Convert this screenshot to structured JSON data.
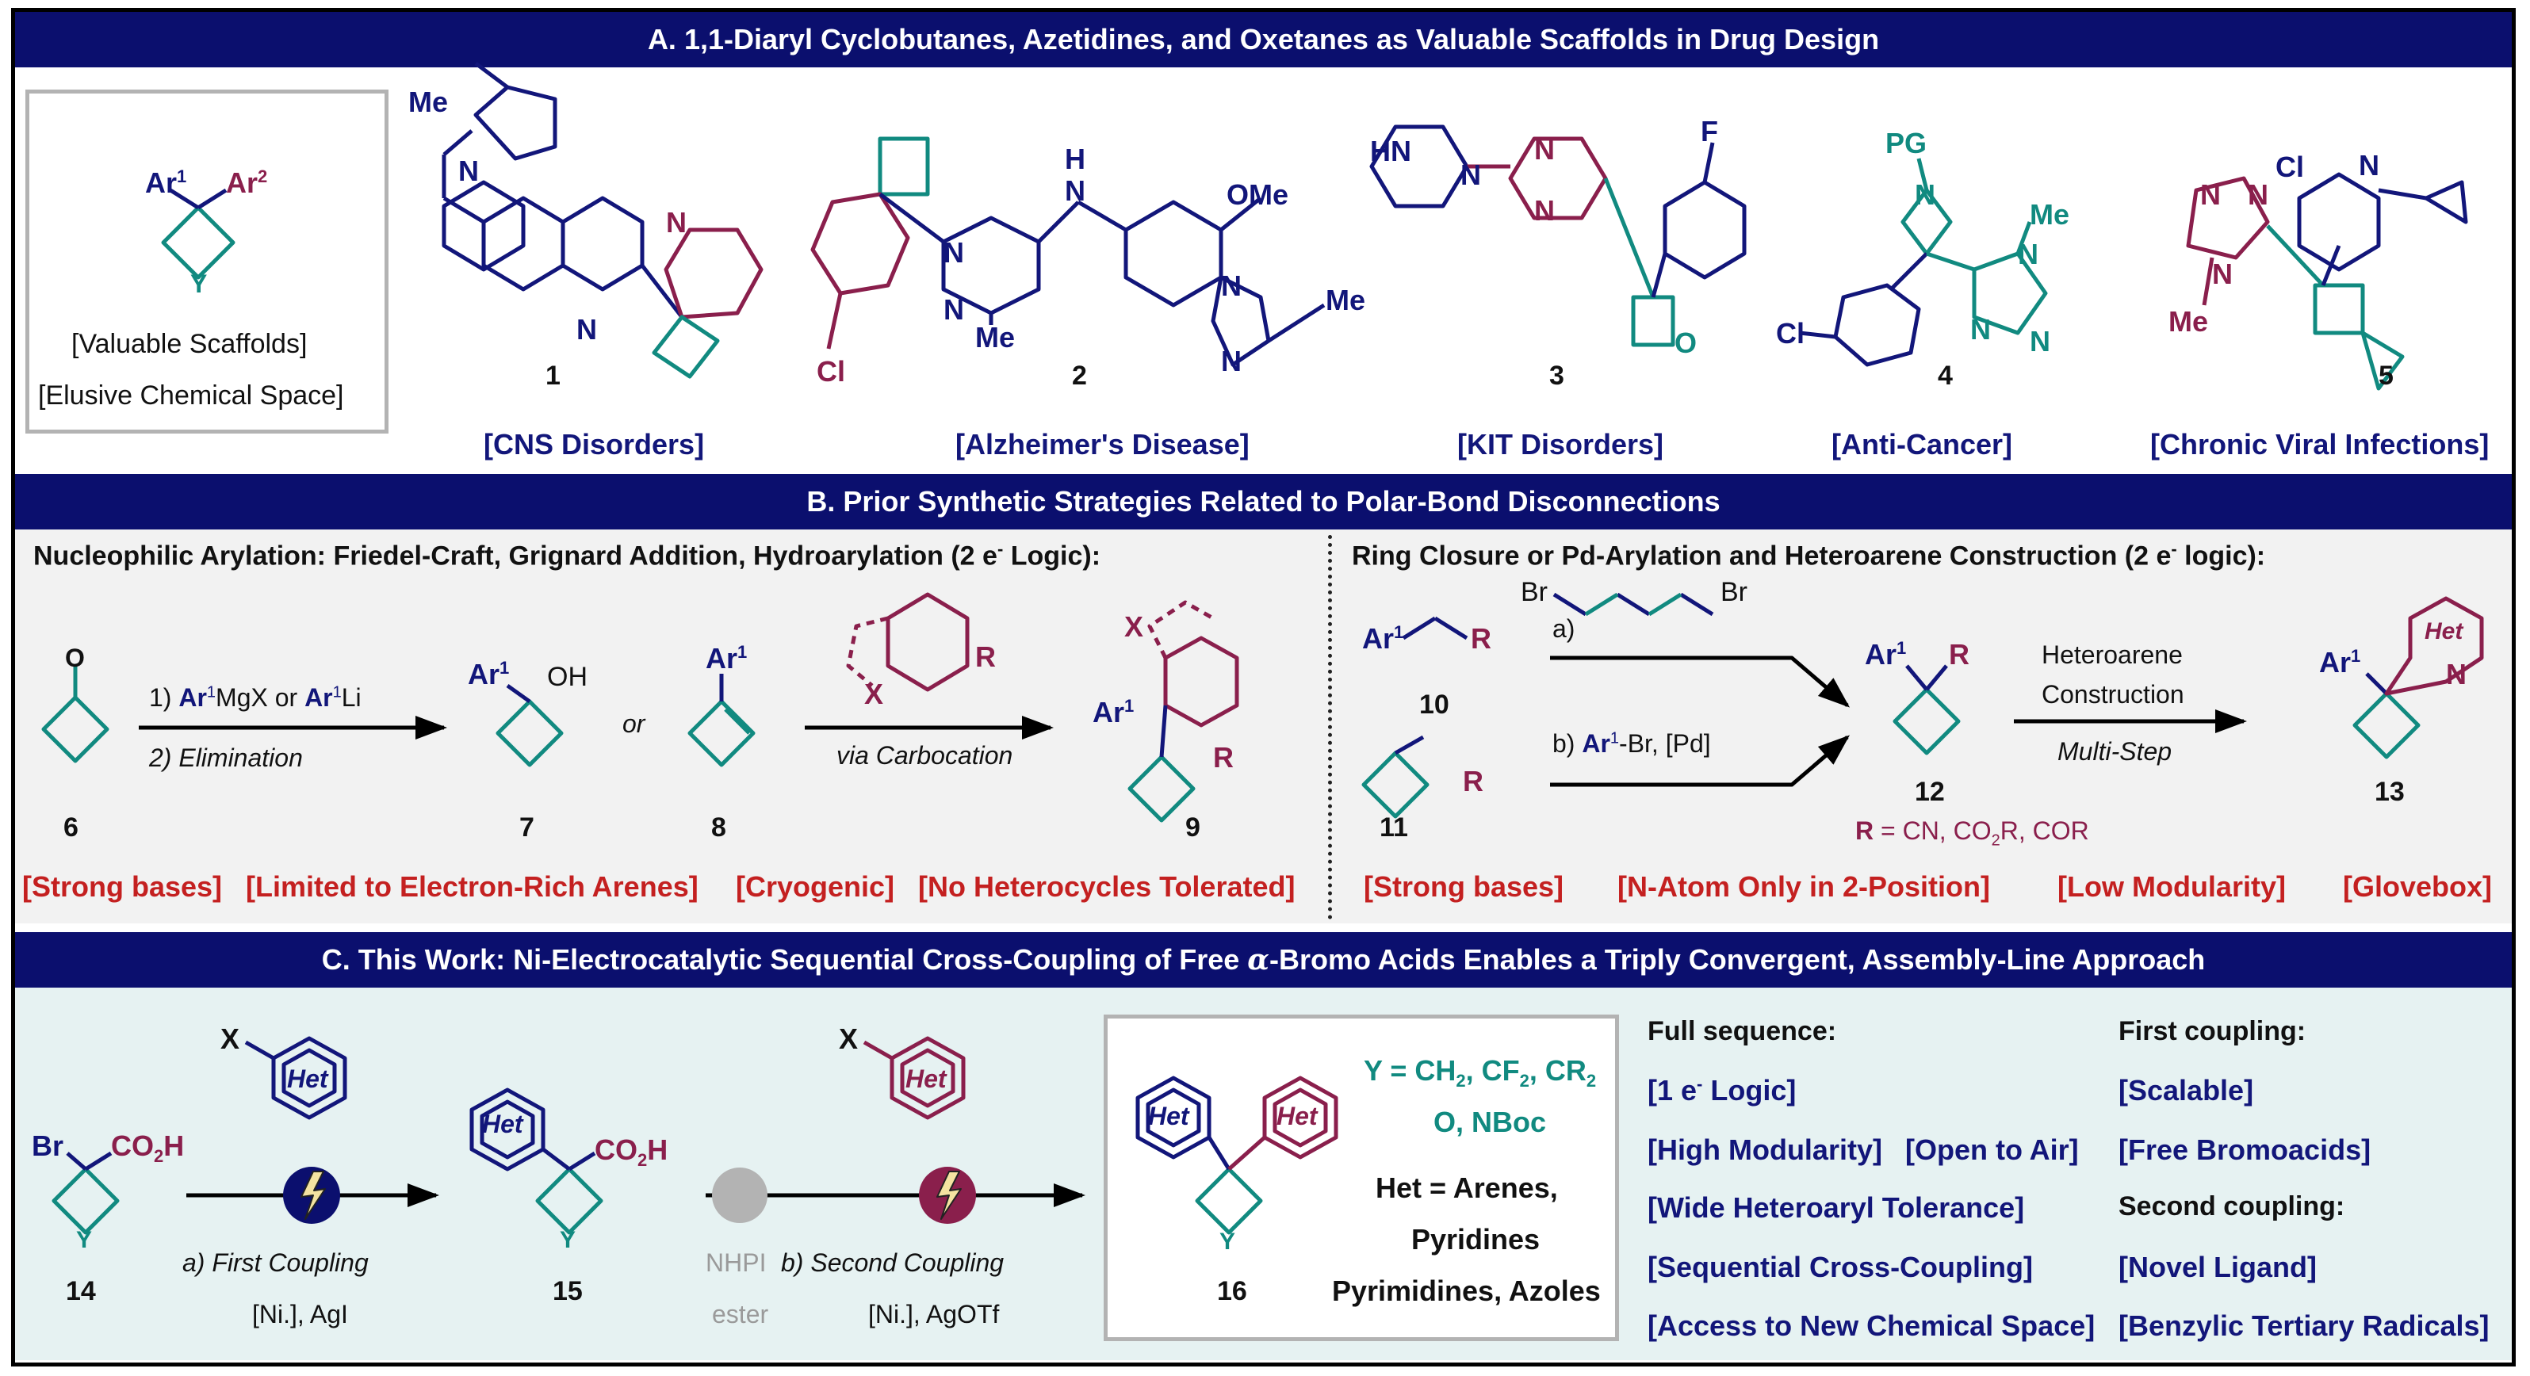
{
  "colors": {
    "banner": "#0b0f6e",
    "navy": "#12167a",
    "red": "#c42020",
    "teal": "#118a80",
    "maroon": "#8a1f4c",
    "panel_bg_b": "#f2f2f2",
    "panel_bg_c": "#e6f2f2"
  },
  "sectionA": {
    "title": "A. 1,1-Diaryl Cyclobutanes, Azetidines, and Oxetanes as Valuable Scaffolds in Drug Design",
    "scaffold": {
      "ar1": "Ar",
      "ar1_sup": "1",
      "ar2": "Ar",
      "ar2_sup": "2",
      "y": "Y",
      "caption1": "[Valuable Scaffolds]",
      "caption2": "[Elusive Chemical Space]"
    },
    "compounds": [
      {
        "num": "1",
        "label": "[CNS Disorders]",
        "atoms": {
          "me": "Me",
          "n": "N",
          "n_pyr": "N",
          "n_quin": "N"
        }
      },
      {
        "num": "2",
        "label": "[Alzheimer's Disease]",
        "atoms": {
          "h": "H",
          "n_h": "N",
          "ome": "OMe",
          "n1": "N",
          "n2": "N",
          "me": "Me",
          "me2": "Me",
          "cl": "Cl",
          "n3": "N",
          "n4": "N"
        }
      },
      {
        "num": "3",
        "label": "[KIT Disorders]",
        "atoms": {
          "hn": "HN",
          "n1": "N",
          "n2": "N",
          "n3": "N",
          "f": "F",
          "o": "O"
        }
      },
      {
        "num": "4",
        "label": "[Anti-Cancer]",
        "atoms": {
          "pg": "PG",
          "n": "N",
          "me": "Me",
          "cl": "Cl",
          "n1": "N",
          "n2": "N",
          "n3": "N"
        }
      },
      {
        "num": "5",
        "label": "[Chronic Viral Infections]",
        "atoms": {
          "cl": "Cl",
          "n": "N",
          "n1": "N",
          "n2": "N",
          "n3": "N",
          "me": "Me"
        }
      }
    ]
  },
  "sectionB": {
    "title": "B. Prior Synthetic Strategies Related to Polar-Bond Disconnections",
    "left": {
      "heading": "Nucleophilic Arylation: Friedel-Craft, Grignard Addition, Hydroarylation (2 e",
      "heading_sup": "-",
      "heading_end": " Logic):",
      "o": "O",
      "step1_prefix": "1) ",
      "step1_b1": "Ar",
      "step1_sup1": "1",
      "step1_mid": "MgX or ",
      "step1_b2": "Ar",
      "step1_sup2": "1",
      "step1_end": "Li",
      "step2": "2) Elimination",
      "ar7": "Ar",
      "ar7_sup": "1",
      "oh": "OH",
      "or": "or",
      "ar8": "Ar",
      "ar8_sup": "1",
      "x": "X",
      "r": "R",
      "via": "via Carbocation",
      "x9": "X",
      "ar9": "Ar",
      "ar9_sup": "1",
      "r9": "R",
      "nums": [
        "6",
        "7",
        "8",
        "9"
      ],
      "tags": [
        "[Strong bases]",
        "[Limited to Electron-Rich Arenes]",
        "[Cryogenic]",
        "[No Heterocycles Tolerated]"
      ]
    },
    "right": {
      "heading": "Ring Closure or Pd-Arylation and Heteroarene Construction (2 e",
      "heading_sup": "-",
      "heading_end": " logic):",
      "ar10": "Ar",
      "ar10_sup": "1",
      "r10": "R",
      "br1": "Br",
      "br2": "Br",
      "a": "a)",
      "b_prefix": "b)  ",
      "b_ar": "Ar",
      "b_sup": "1",
      "b_end": "-Br, [Pd]",
      "r11": "R",
      "ar12": "Ar",
      "ar12_sup": "1",
      "r12": "R",
      "r_def_b": "R",
      "r_def": " = CN, CO",
      "r_def_sub": "2",
      "r_def_end": "R, COR",
      "het1": "Heteroarene",
      "het2": "Construction",
      "multi": "Multi-Step",
      "ar13": "Ar",
      "ar13_sup": "1",
      "het13": "Het",
      "n13": "N",
      "nums": [
        "10",
        "11",
        "12",
        "13"
      ],
      "tags": [
        "[Strong bases]",
        "[N-Atom Only in 2-Position]",
        "[Low Modularity]",
        "[Glovebox]"
      ]
    }
  },
  "sectionC": {
    "title_pre": "C. This Work: Ni-Electrocatalytic Sequential Cross-Coupling of Free ",
    "title_alpha": "α",
    "title_post": "-Bromo Acids Enables a Triply Convergent, Assembly-Line Approach",
    "br": "Br",
    "co2h": "CO",
    "co2h_sub": "2",
    "co2h_end": "H",
    "y14": "Y",
    "x1": "X",
    "het1": "Het",
    "first": "a) First Coupling",
    "cond1": "[Ni.], AgI",
    "het15": "Het",
    "co2h15": "CO",
    "co2h15_sub": "2",
    "co2h15_end": "H",
    "y15": "Y",
    "nhpi1": "NHPI",
    "nhpi2": "ester",
    "x2": "X",
    "het2": "Het",
    "second": "b) Second Coupling",
    "cond2": "[Ni.], AgOTf",
    "het16a": "Het",
    "het16b": "Het",
    "y16": "Y",
    "ydef1": "Y = CH",
    "ydef1_sub": "2",
    "ydef2": ", CF",
    "ydef2_sub": "2",
    "ydef3": ", CR",
    "ydef3_sub": "2",
    "ydef4": "O, NBoc",
    "hetdef1": "Het = Arenes,",
    "hetdef2": "Pyridines",
    "hetdef3": "Pyrimidines, Azoles",
    "nums": [
      "14",
      "15",
      "16"
    ],
    "full_heading": "Full sequence:",
    "full_items": [
      "[1 e",
      "[High Modularity]",
      "[Open to Air]",
      "[Wide Heteroaryl Tolerance]",
      "[Sequential Cross-Coupling]",
      "[Access to New Chemical Space]"
    ],
    "full_item1_sup": "-",
    "full_item1_end": " Logic]",
    "first_heading": "First coupling:",
    "first_items": [
      "[Scalable]",
      "[Free Bromoacids]"
    ],
    "second_heading": "Second coupling:",
    "second_items": [
      "[Novel Ligand]",
      "[Benzylic Tertiary Radicals]"
    ]
  }
}
